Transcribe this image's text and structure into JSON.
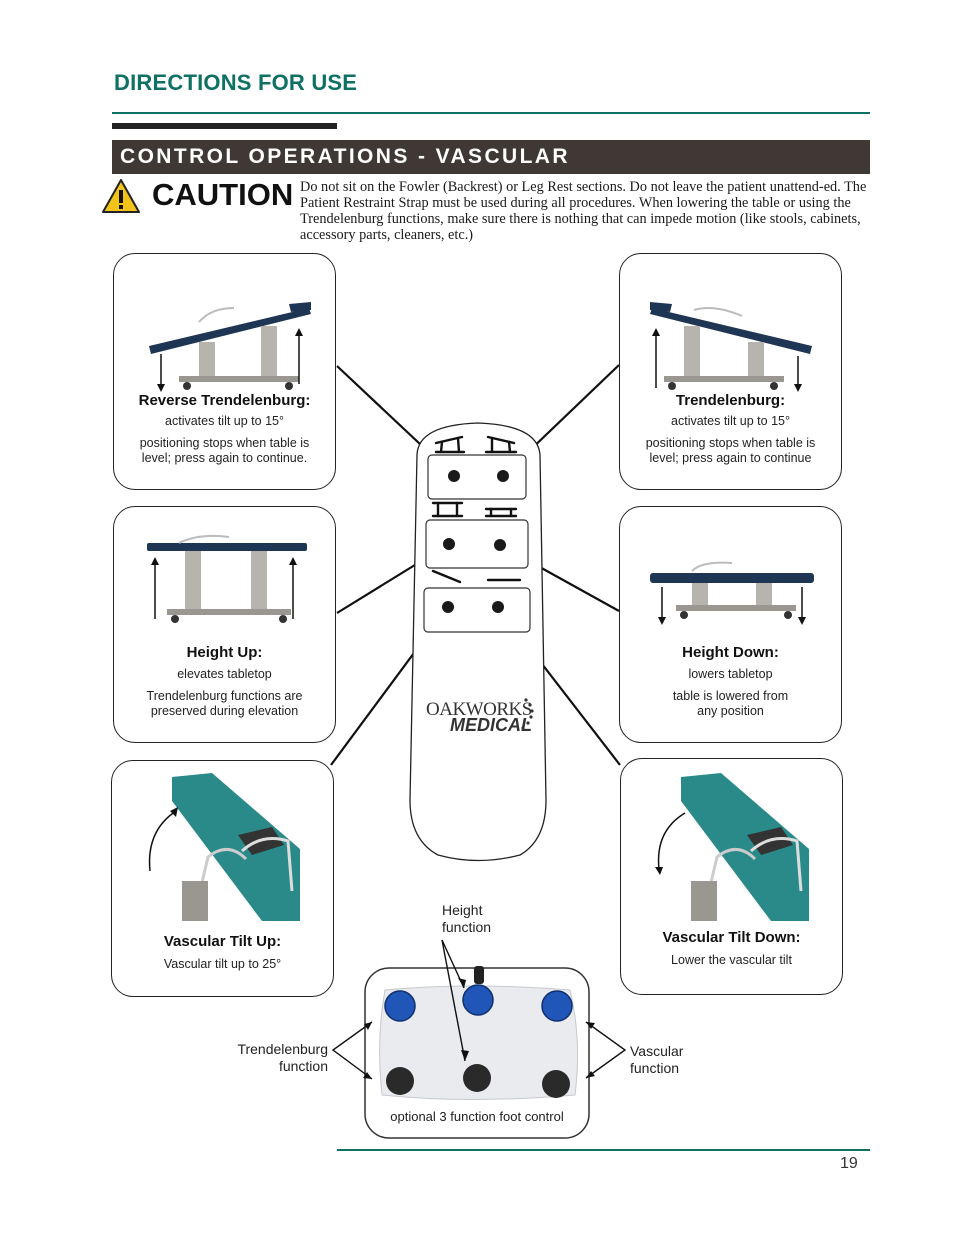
{
  "header": {
    "title": "DIRECTIONS FOR USE"
  },
  "section": {
    "title": "CONTROL OPERATIONS - VASCULAR"
  },
  "caution": {
    "word": "CAUTION",
    "text": "Do not sit on the Fowler (Backrest) or Leg Rest sections. Do not leave the patient unattend-ed. The Patient Restraint Strap must be used during all procedures. When lowering the table or using the Trendelenburg functions, make sure there is nothing that can impede motion (like stools, cabinets, accessory parts, cleaners, etc.)"
  },
  "cards": {
    "reverse_trend": {
      "title": "Reverse Trendelenburg:",
      "line1": "activates tilt up to 15°",
      "line2": "positioning stops when table is",
      "line3": "level; press again to continue."
    },
    "trend": {
      "title": "Trendelenburg:",
      "line1": "activates tilt up to 15°",
      "line2": "positioning stops when table is",
      "line3": "level; press again to continue"
    },
    "height_up": {
      "title": "Height Up:",
      "line1": "elevates tabletop",
      "line2": "Trendelenburg functions are",
      "line3": "preserved during elevation"
    },
    "height_down": {
      "title": "Height Down:",
      "line1": "lowers tabletop",
      "line2": "table is lowered from",
      "line3": "any position"
    },
    "vasc_up": {
      "title": "Vascular Tilt Up:",
      "line1": "Vascular tilt up to 25°"
    },
    "vasc_down": {
      "title": "Vascular Tilt Down:",
      "line1": "Lower the vascular tilt"
    }
  },
  "remote": {
    "brand_top": "OAKWORKS",
    "brand_bottom": "MEDICAL"
  },
  "foot_control": {
    "height_label_1": "Height",
    "height_label_2": "function",
    "trend_label_1": "Trendelenburg",
    "trend_label_2": "function",
    "vasc_label_1": "Vascular",
    "vasc_label_2": "function",
    "caption": "optional 3 function foot control"
  },
  "footer": {
    "page_number": "19"
  },
  "colors": {
    "accent": "#0e7163",
    "section_bar": "#3f3834",
    "table_pad": "#1f3554",
    "vascular_pad": "#2a8a8a",
    "foot_blue": "#1f56b8"
  }
}
